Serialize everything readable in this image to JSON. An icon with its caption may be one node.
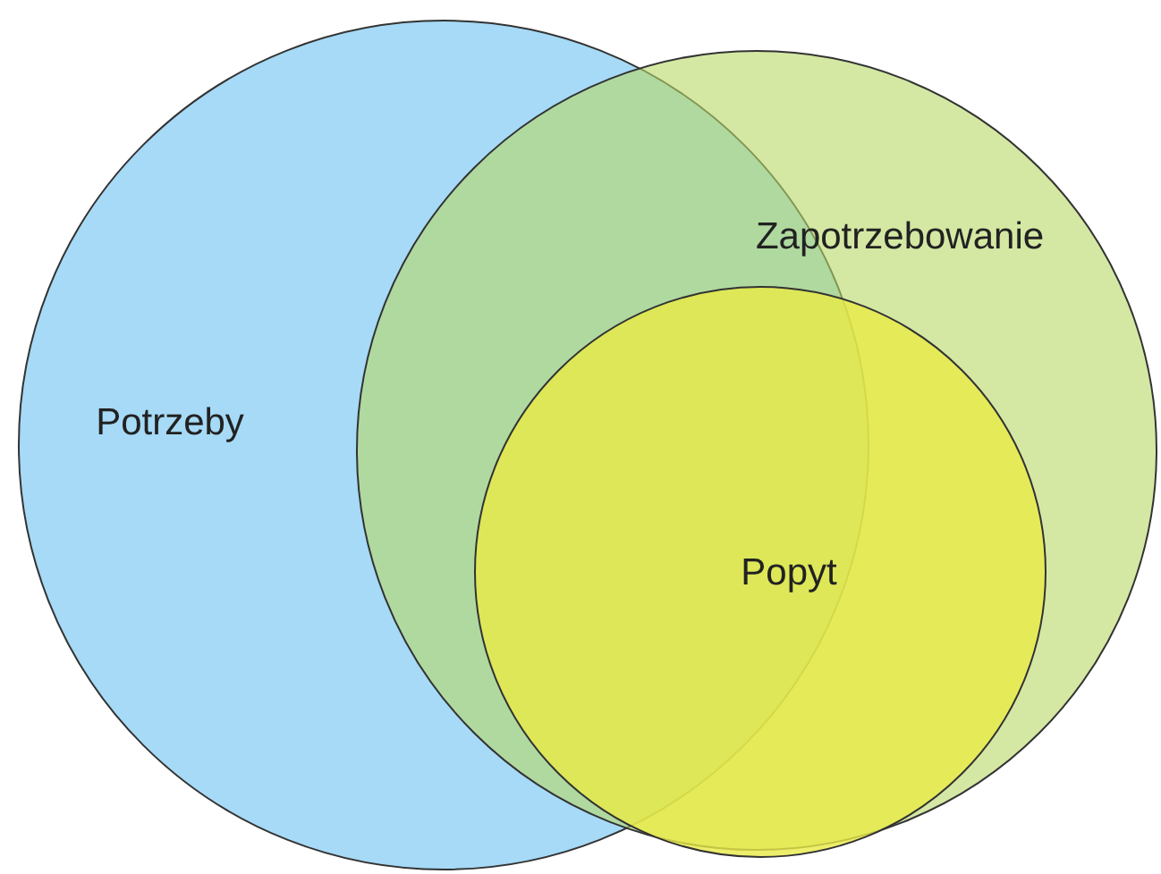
{
  "diagram": {
    "nodes": [
      {
        "text": [
          "Potrzeby"
        ]
      },
      {
        "text": [
          "Zapotrzebowanie"
        ]
      },
      {
        "text": [
          "Popyt"
        ],
        "in": 1
      }
    ],
    "edges": []
  }
}
